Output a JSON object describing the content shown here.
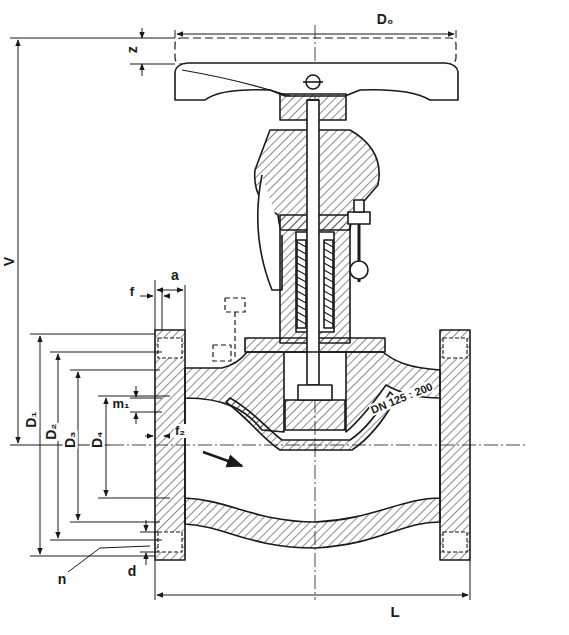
{
  "diagram": {
    "labels": [
      "D₀",
      "z",
      "V",
      "f",
      "a",
      "m₁",
      "f₂",
      "D₁",
      "D₂",
      "D₃",
      "D₄",
      "n",
      "d",
      "L",
      "DN 125 : 200"
    ]
  }
}
